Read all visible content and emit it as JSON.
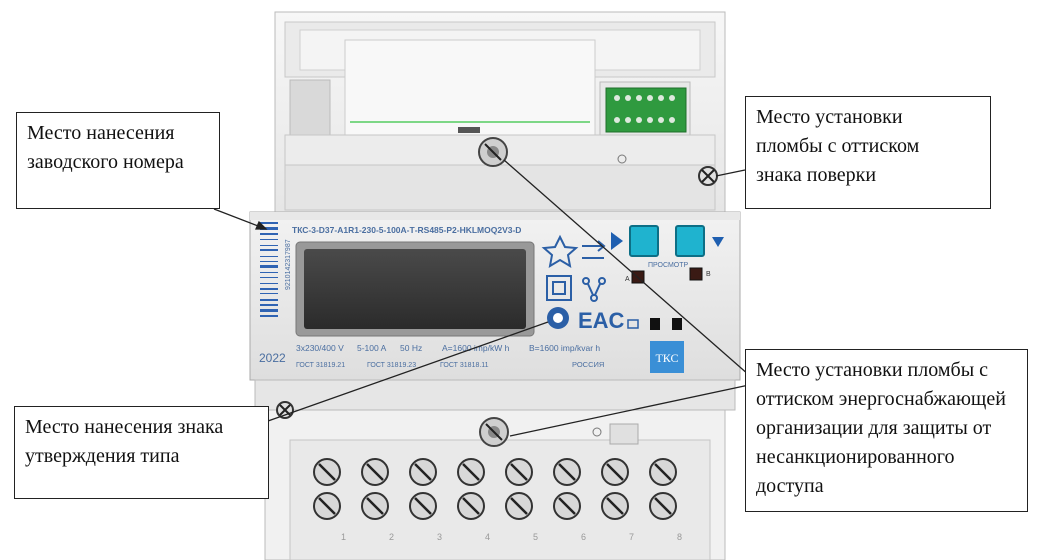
{
  "callouts": {
    "serial": {
      "lines": [
        "Место нанесения",
        "заводского номера"
      ]
    },
    "verification": {
      "lines": [
        "Место установки",
        "пломбы с оттиском",
        "знака поверки"
      ]
    },
    "type_approval": {
      "lines": [
        "Место нанесения знака",
        "утверждения типа"
      ]
    },
    "energy_supplier": {
      "lines": [
        "Место установки пломбы с",
        "оттиском энергоснабжающей",
        "организации для защиты от",
        "несанкционированного",
        "доступа"
      ]
    }
  },
  "meter": {
    "model": "ТКС-3-D37-A1R1-230-5-100А-Т-RS485-P2-HKLMOQ2V3-D",
    "year": "2022",
    "serial_barcode_digits": "9210142317987",
    "specs": {
      "voltage": "3x230/400 V",
      "current": "5-100 A",
      "frequency": "50 Hz",
      "active_constant": "A=1600 imp/kW h",
      "reactive_constant": "B=1600 imp/kvar h"
    },
    "standards": [
      "ГОСТ 31819.21",
      "ГОСТ 31819.23",
      "ГОСТ 31818.11"
    ],
    "country": "РОССИЯ",
    "button_caption": "ПРОСМОТР",
    "led_labels": [
      "A",
      "B"
    ],
    "logo": "ТКС",
    "eac_mark": "EAC",
    "terminal_numbers": [
      "1",
      "2",
      "3",
      "4",
      "5",
      "6",
      "7",
      "8"
    ]
  },
  "colors": {
    "button": "#1fb3cf",
    "arrow": "#1f5fb0",
    "logo_bg": "#3a8fd6",
    "green_led": "#23a83a",
    "label_text": "#4a6ea0"
  }
}
